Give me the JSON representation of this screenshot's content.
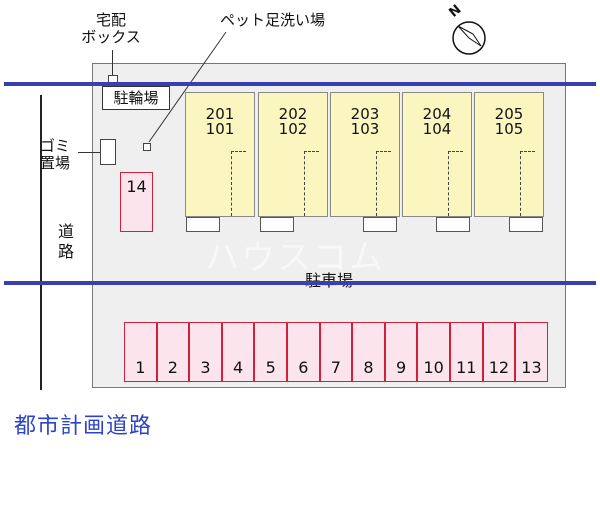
{
  "labels": {
    "delivery_box": "宅配\nボックス",
    "delivery_box_line1": "宅配",
    "delivery_box_line2": "ボックス",
    "pet_wash": "ペット足洗い場",
    "bike_parking": "駐輪場",
    "garbage_line1": "ゴミ",
    "garbage_line2": "置場",
    "road_line1": "道",
    "road_line2": "路",
    "car_parking": "駐車場",
    "city_road": "都市計画道路",
    "compass": "N",
    "watermark": "ハウスコム"
  },
  "units": [
    {
      "upper": "201",
      "lower": "101"
    },
    {
      "upper": "202",
      "lower": "102"
    },
    {
      "upper": "203",
      "lower": "103"
    },
    {
      "upper": "204",
      "lower": "104"
    },
    {
      "upper": "205",
      "lower": "105"
    }
  ],
  "parking_spaces": [
    "1",
    "2",
    "3",
    "4",
    "5",
    "6",
    "7",
    "8",
    "9",
    "10",
    "11",
    "12",
    "13"
  ],
  "extra_space": "14",
  "colors": {
    "building": "#fbf6c0",
    "parking_fill": "#fce4ec",
    "parking_border": "#d0213a",
    "boundary_line": "#3a3fb0",
    "road_text": "#2d44c8"
  }
}
